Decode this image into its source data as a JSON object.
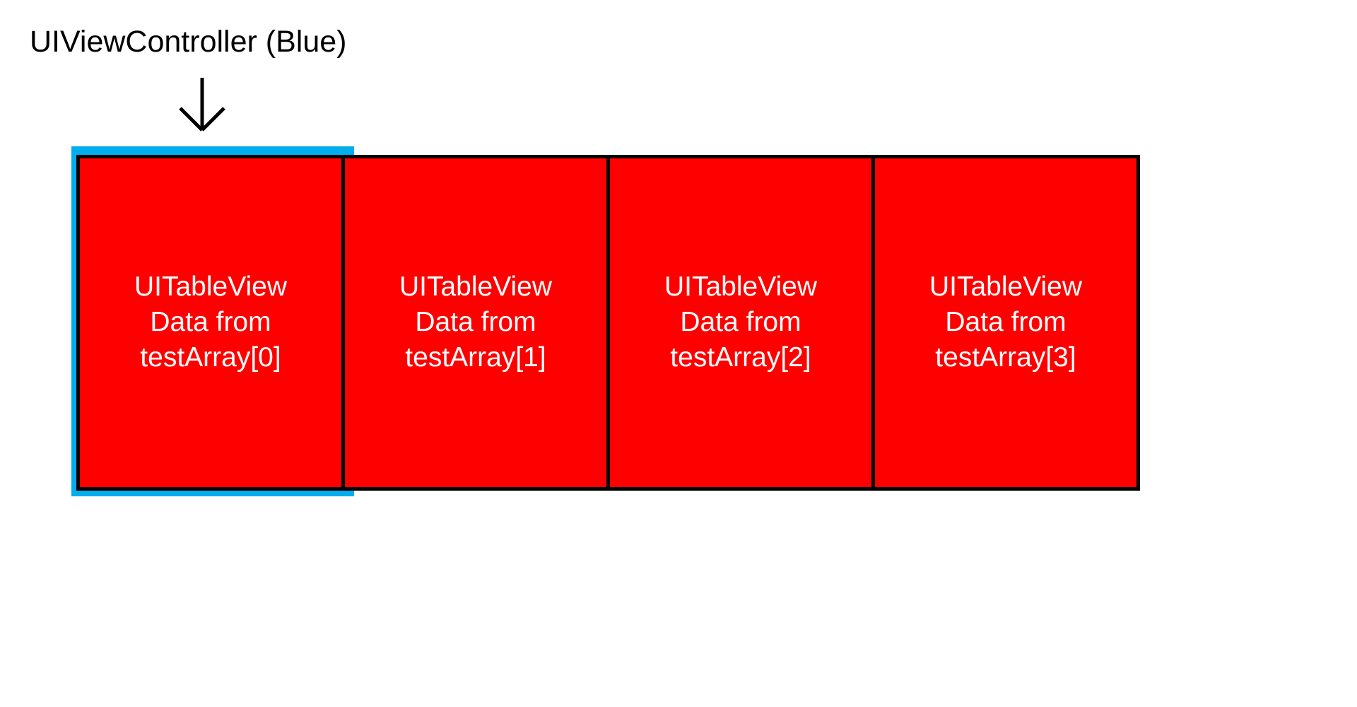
{
  "diagram": {
    "background_color": "#ffffff",
    "title": "UIViewController (Blue)",
    "title_color": "#000000",
    "arrow": {
      "icon": "arrow-down-icon",
      "direction": "down",
      "color": "#000000"
    },
    "controller_frame": {
      "label": "UIViewController",
      "color_name": "Blue",
      "color": "#00ADEE"
    },
    "tableviews": {
      "fill_color": "#FF0000",
      "border_color": "#000000",
      "text_color": "#FFFFFF",
      "items": [
        {
          "line1": "UITableView",
          "line2": "Data from",
          "line3": "testArray[0]",
          "text": "UITableView\nData from\ntestArray[0]"
        },
        {
          "line1": "UITableView",
          "line2": "Data from",
          "line3": "testArray[1]",
          "text": "UITableView\nData from\ntestArray[1]"
        },
        {
          "line1": "UITableView",
          "line2": "Data from",
          "line3": "testArray[2]",
          "text": "UITableView\nData from\ntestArray[2]"
        },
        {
          "line1": "UITableView",
          "line2": "Data from",
          "line3": "testArray[3]",
          "text": "UITableView\nData from\ntestArray[3]"
        }
      ]
    }
  }
}
